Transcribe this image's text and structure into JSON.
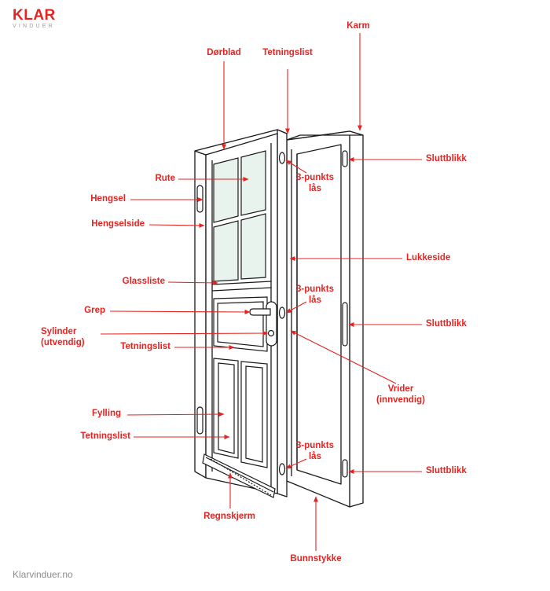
{
  "brand": {
    "logo": "KLAR",
    "logo_sub": "VINDUER",
    "footer": "Klarvinduer.no"
  },
  "colors": {
    "accent": "#e52421",
    "line": "#1a1a1a",
    "glass": "#e8f3ee",
    "frame": "#ffffff"
  },
  "labels": {
    "karm": "Karm",
    "dorblad": "Dørblad",
    "tetningslist_top": "Tetningslist",
    "sluttblikk_top": "Sluttblikk",
    "rute": "Rute",
    "lock_top": "3-punkts lås",
    "lock_top_line1": "3-punkts",
    "lock_top_line2": "lås",
    "hengsel": "Hengsel",
    "hengselside": "Hengselside",
    "lukkeside": "Lukkeside",
    "glassliste": "Glassliste",
    "lock_mid_line1": "3-punkts",
    "lock_mid_line2": "lås",
    "grep": "Grep",
    "sluttblikk_mid": "Sluttblikk",
    "sylinder_line1": "Sylinder",
    "sylinder_line2": "(utvendig)",
    "tetningslist_mid": "Tetningslist",
    "vrider_line1": "Vrider",
    "vrider_line2": "(innvendig)",
    "fylling": "Fylling",
    "tetningslist_low": "Tetningslist",
    "lock_low_line1": "3-punkts",
    "lock_low_line2": "lås",
    "sluttblikk_low": "Sluttblikk",
    "regnskjerm": "Regnskjerm",
    "bunnstykke": "Bunnstykke"
  }
}
